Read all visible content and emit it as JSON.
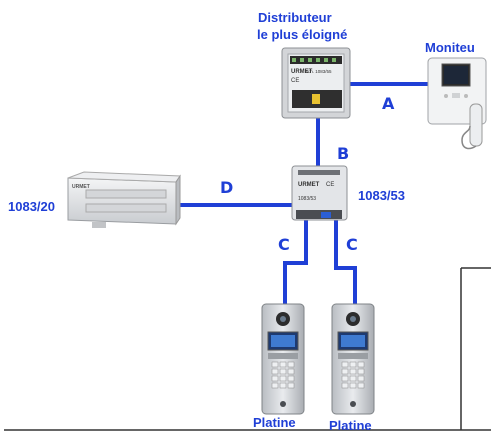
{
  "labels": {
    "distributeur_line1": "Distributeur",
    "distributeur_line2": "le plus éloigné",
    "moniteur": "Moniteu",
    "power_supply": "1083/20",
    "interface": "1083/53",
    "platine_left": "Platine",
    "platine_right": "Platine"
  },
  "segments": {
    "a": "A",
    "b": "B",
    "c_left": "C",
    "c_right": "C",
    "d": "D"
  },
  "device_text": {
    "distributor_brand": "URMET",
    "distributor_model": "Sch. 1083/55",
    "distributor_ce": "CE",
    "interface_brand": "URMET",
    "interface_ce": "CE",
    "interface_model": "1083/53",
    "power_brand": "URMET"
  },
  "colors": {
    "wire": "#1f3fd6",
    "label": "#1f3fd6"
  }
}
